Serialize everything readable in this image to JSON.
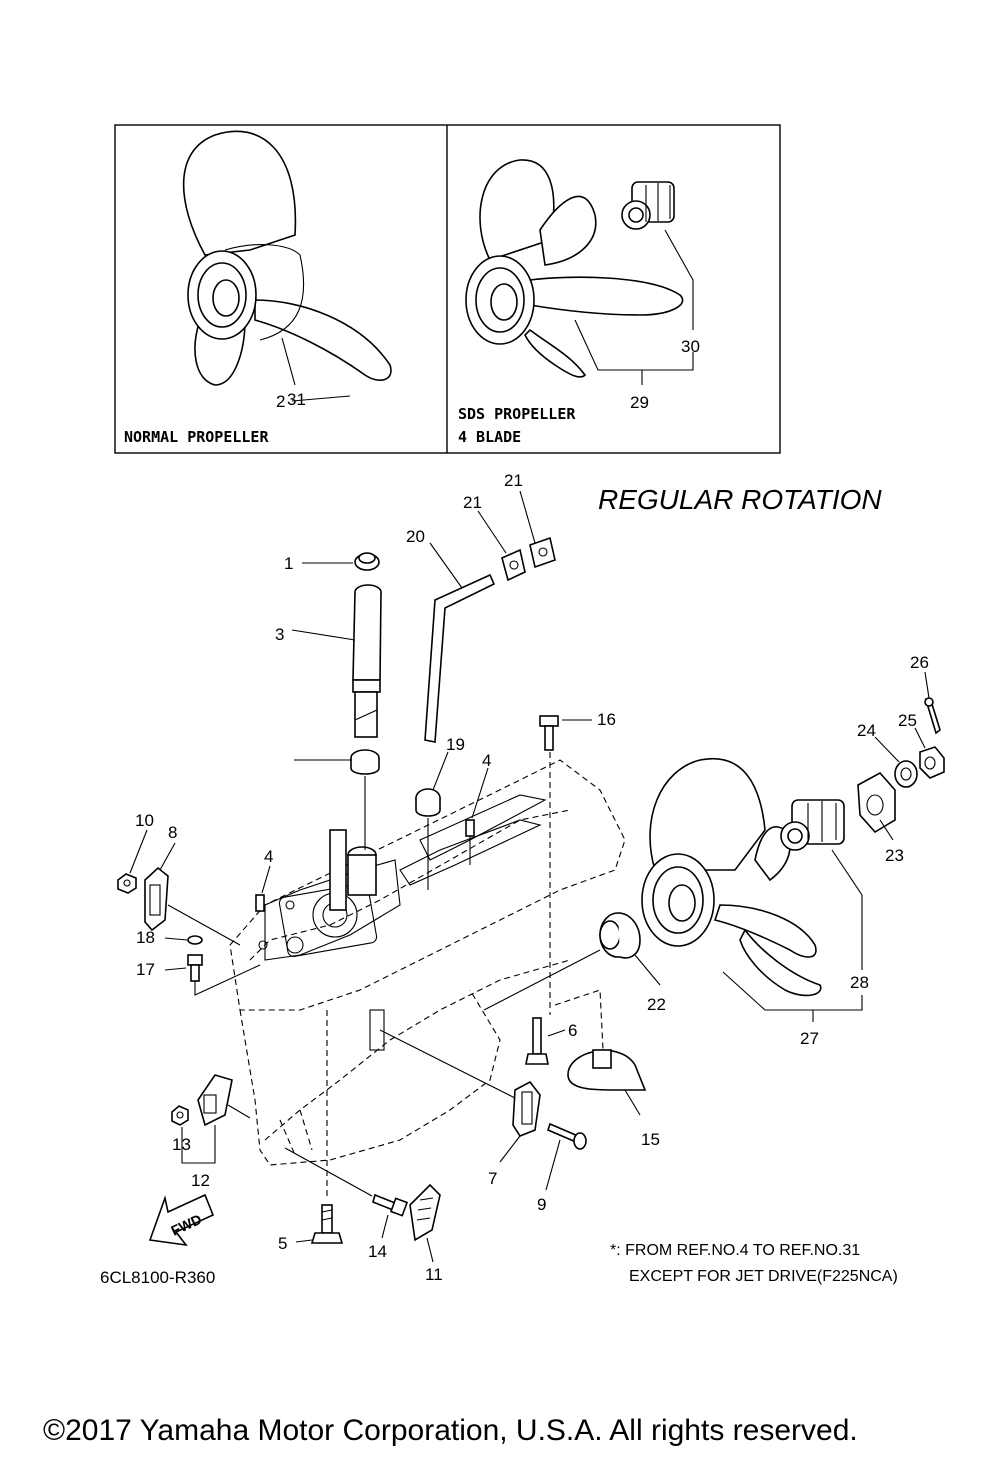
{
  "inset": {
    "left_label": "NORMAL PROPELLER",
    "right_label_line1": "SDS PROPELLER",
    "right_label_line2": "4 BLADE"
  },
  "heading": "REGULAR ROTATION",
  "callouts": {
    "n1": "1",
    "n2": "2",
    "n3": "3",
    "n4a": "4",
    "n4b": "4",
    "n5": "5",
    "n6": "6",
    "n7": "7",
    "n8": "8",
    "n9": "9",
    "n10": "10",
    "n11": "11",
    "n12": "12",
    "n13": "13",
    "n14": "14",
    "n15": "15",
    "n16": "16",
    "n17": "17",
    "n18": "18",
    "n19": "19",
    "n20": "20",
    "n21a": "21",
    "n21b": "21",
    "n22": "22",
    "n23": "23",
    "n24": "24",
    "n25": "25",
    "n26": "26",
    "n27": "27",
    "n28": "28",
    "n29": "29",
    "n30": "30",
    "n31": "31"
  },
  "fwd_label": "FWD",
  "diagram_code": "6CL8100-R360",
  "note_line1": "*: FROM REF.NO.4 TO REF.NO.31",
  "note_line2": "EXCEPT FOR JET DRIVE(F225NCA)",
  "copyright": "©2017 Yamaha Motor Corporation, U.S.A. All rights reserved."
}
